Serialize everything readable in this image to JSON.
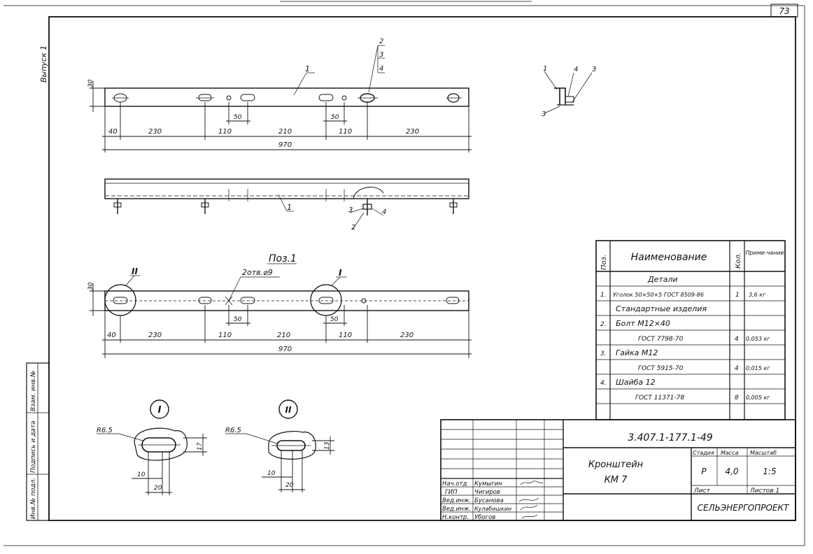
{
  "sheet": {
    "page_no": "73",
    "issue": "Выпуск 1",
    "doc_code": "3.407.1-177.1-49",
    "title_line1": "Кронштейн",
    "title_line2": "КМ 7",
    "org": "СЕЛЬЭНЕРГОПРОЕКТ",
    "stage_header": "Стадия",
    "mass_header": "Масса",
    "scale_header": "Масштаб",
    "stage": "Р",
    "mass": "4,0",
    "scale": "1:5",
    "sheet_label": "Лист",
    "sheets_label": "Листов 1"
  },
  "stamp_left": {
    "col1": "Инв.№ подл.",
    "col2": "Подпись и дата",
    "col3": "Взам. инв.№"
  },
  "signatures": [
    {
      "role": "Нач.отд",
      "name": "Кумыгин"
    },
    {
      "role": "ГИП",
      "name": "Чигиров"
    },
    {
      "role": "Вед.инж.",
      "name": "Бусанова"
    },
    {
      "role": "Вед.инж.",
      "name": "Кулабишкин"
    },
    {
      "role": "Н.контр.",
      "name": "Убогов"
    }
  ],
  "spec": {
    "headers": {
      "pos": "Поз.",
      "name": "Наименование",
      "qty": "Кол.",
      "note": "Приме-чание"
    },
    "rows": [
      {
        "pos": "",
        "name": "Детали",
        "qty": "",
        "note": ""
      },
      {
        "pos": "1.",
        "name": "Уголок 50×50×5 ГОСТ 8509-86",
        "qty": "1",
        "note": "3,6 кг"
      },
      {
        "pos": "",
        "name": "Стандартные изделия",
        "qty": "",
        "note": ""
      },
      {
        "pos": "2.",
        "name": "Болт М12×40",
        "qty": "",
        "note": ""
      },
      {
        "pos": "",
        "name": "ГОСТ 7798-70",
        "qty": "4",
        "note": "0,053 кг"
      },
      {
        "pos": "3.",
        "name": "Гайка М12",
        "qty": "",
        "note": ""
      },
      {
        "pos": "",
        "name": "ГОСТ 5915-70",
        "qty": "4",
        "note": "0,015 кг"
      },
      {
        "pos": "4.",
        "name": "Шайба 12",
        "qty": "",
        "note": ""
      },
      {
        "pos": "",
        "name": "ГОСТ 11371-78",
        "qty": "8",
        "note": "0,005 кг"
      }
    ]
  },
  "pos1": {
    "title": "Поз.1",
    "hole_note": "2отв.⌀9",
    "callout_i": "I",
    "callout_ii": "II"
  },
  "dims": {
    "height": "30",
    "seg": [
      "40",
      "230",
      "110",
      "210",
      "110",
      "230"
    ],
    "total": "970",
    "slot": "50"
  },
  "details": {
    "i_label": "I",
    "ii_label": "II",
    "i_radius": "R6.5",
    "ii_radius": "R6.5",
    "i_height": "17",
    "ii_height": "13",
    "w10": "10",
    "w20": "20"
  },
  "leaders": {
    "n1": "1",
    "n2": "2",
    "n3": "3",
    "n4": "4"
  }
}
